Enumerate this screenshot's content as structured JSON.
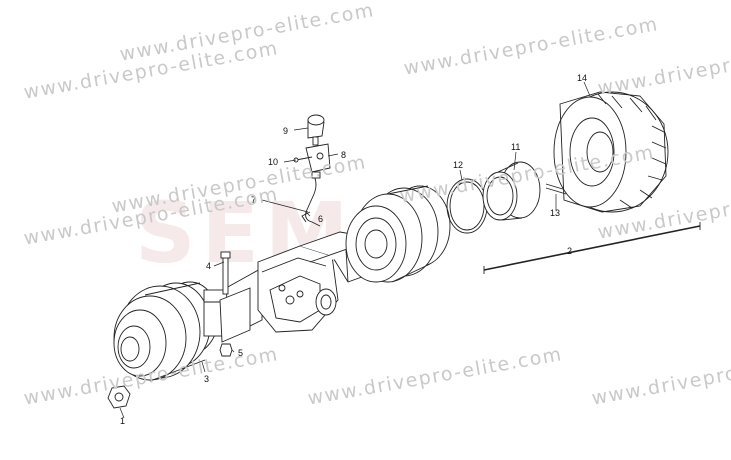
{
  "watermark": "www.drivepro-elite.com",
  "background_mark": "SEM",
  "callouts": {
    "c1": "1",
    "c2": "2",
    "c3": "3",
    "c4": "4",
    "c5": "5",
    "c6": "6",
    "c7": "7",
    "c8": "8",
    "c9": "9",
    "c10": "10",
    "c11": "11",
    "c12": "12",
    "c13": "13",
    "c14": "14"
  },
  "colors": {
    "line": "#222222",
    "watermark": "#c9c9c9",
    "background_mark": "#f5e9e9"
  }
}
